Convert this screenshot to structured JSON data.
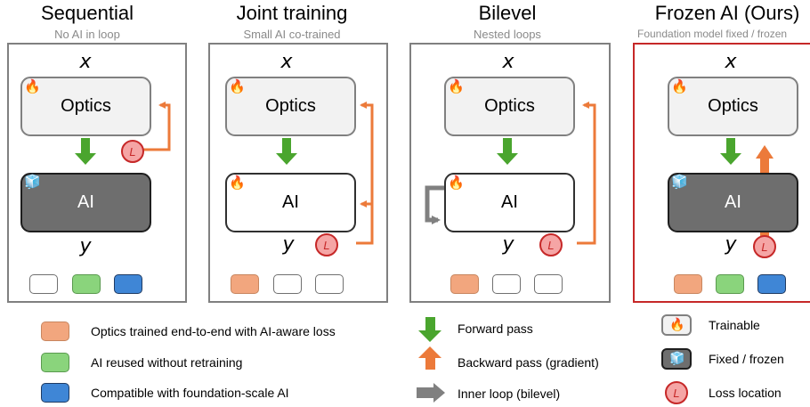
{
  "panels": [
    {
      "title": "Sequential",
      "subtitle": "No AI in loop"
    },
    {
      "title": "Joint training",
      "subtitle": "Small AI co-trained"
    },
    {
      "title": "Bilevel",
      "subtitle": "Nested loops"
    },
    {
      "title": "Frozen AI (Ours)",
      "subtitle": "Foundation model fixed / frozen"
    }
  ],
  "labels": {
    "x": "x",
    "y": "y",
    "optics": "Optics",
    "ai": "AI",
    "loss": "L"
  },
  "legend": {
    "properties": [
      "Optics trained end-to-end with AI-aware loss",
      "AI reused without retraining",
      "Compatible with foundation-scale AI"
    ],
    "arrows": [
      "Forward pass",
      "Backward pass (gradient)",
      "Inner loop (bilevel)"
    ],
    "states": [
      "Trainable",
      "Fixed / frozen",
      "Loss location"
    ]
  },
  "colors": {
    "forward": "#4aa52e",
    "backward": "#ec7a3a",
    "inner": "#808080",
    "orange": "#f2a67e",
    "green": "#8ad47c",
    "blue": "#3f86d6",
    "ours_border": "#c62828"
  },
  "icons": {
    "trainable": "fire-icon",
    "frozen": "ice-cube-icon"
  }
}
